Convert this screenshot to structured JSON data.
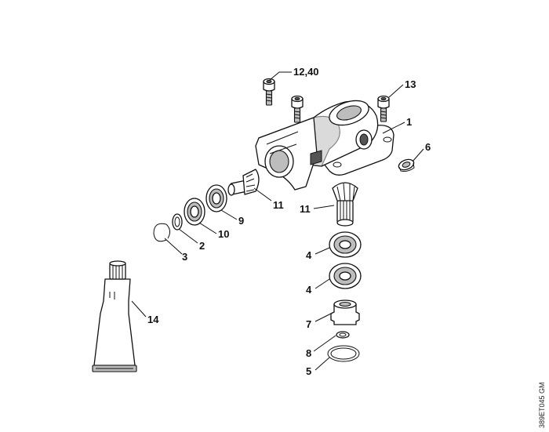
{
  "drawing_code": "389ET045 GM",
  "callouts": {
    "c12_40": "12,40",
    "c13": "13",
    "c1": "1",
    "c6": "6",
    "c11a": "11",
    "c11b": "11",
    "c9": "9",
    "c10": "10",
    "c2": "2",
    "c3": "3",
    "c4a": "4",
    "c4b": "4",
    "c7": "7",
    "c8": "8",
    "c5": "5",
    "c14": "14"
  }
}
